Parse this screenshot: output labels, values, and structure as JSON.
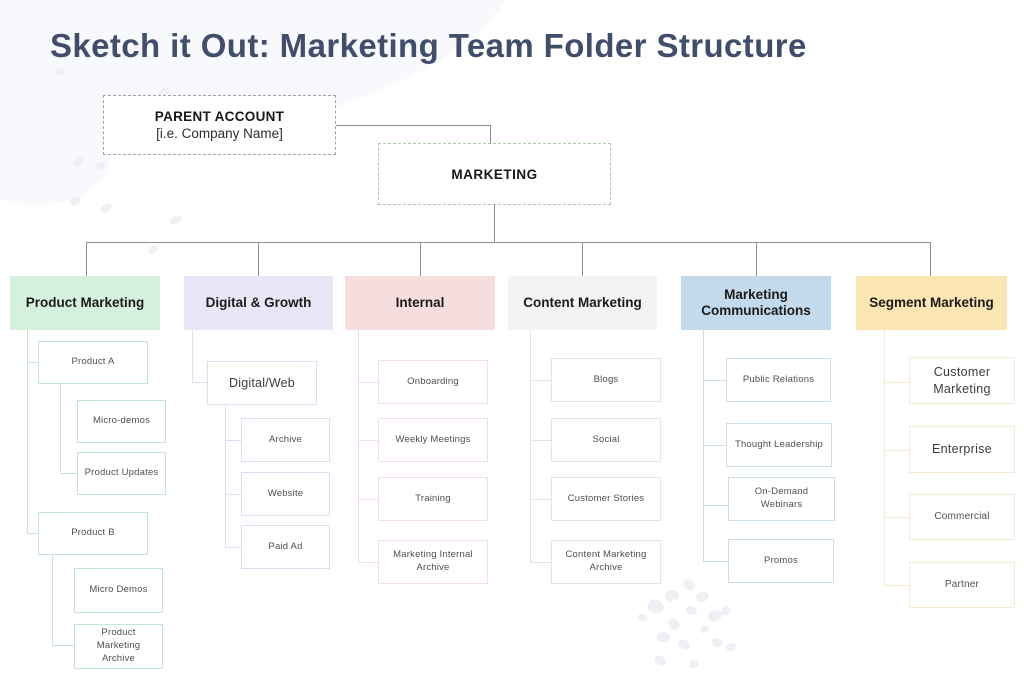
{
  "title": "Sketch it Out: Marketing Team Folder Structure",
  "title_color": "#414e6b",
  "connector_color": "#8f8f8f",
  "root_box": {
    "line1": "PARENT ACCOUNT",
    "line2": "[i.e. Company Name]",
    "border_color": "#a3a3a3"
  },
  "marketing_box": {
    "label": "MARKETING",
    "border_color": "#a6cda2"
  },
  "columns": [
    {
      "label": "Product Marketing",
      "header_bg": "#d6f0de",
      "line_color": "#c3e6ce",
      "children": [
        "Product A",
        "Micro-demos",
        "Product Updates",
        "Product B",
        "Micro Demos",
        "Product Marketing Archive"
      ]
    },
    {
      "label": "Digital & Growth",
      "header_bg": "#e7e7f8",
      "line_color": "#dedef2",
      "children": [
        "Digital/Web",
        "Archive",
        "Website",
        "Paid Ad"
      ]
    },
    {
      "label": "Internal",
      "header_bg": "#f7dede",
      "line_color": "#f5dede",
      "children": [
        "Onboarding",
        "Weekly Meetings",
        "Training",
        "Marketing Internal Archive"
      ]
    },
    {
      "label": "Content Marketing",
      "header_bg": "#f3f3f3",
      "line_color": "#e4e4e4",
      "children": [
        "Blogs",
        "Social",
        "Customer Stories",
        "Content Marketing Archive"
      ]
    },
    {
      "label": "Marketing Communications",
      "header_bg": "#c2daeb",
      "line_color": "#cadeee",
      "children": [
        "Public Relations",
        "Thought Leadership",
        "On-Demand Webinars",
        "Promos"
      ]
    },
    {
      "label": "Segment Marketing",
      "header_bg": "#fbe5b3",
      "line_color": "#f7e9cd",
      "children": [
        "Customer Marketing",
        "Enterprise",
        "Commercial",
        "Partner"
      ]
    }
  ]
}
